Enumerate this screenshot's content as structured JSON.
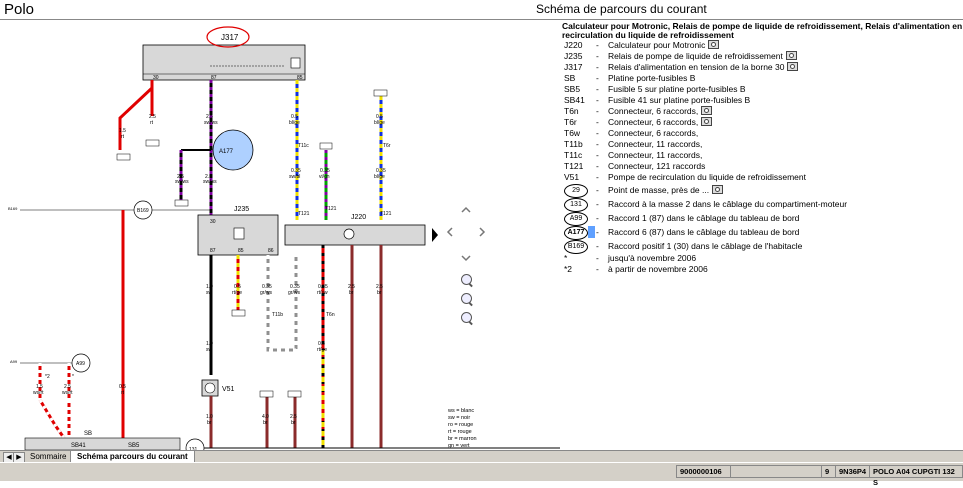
{
  "app": {
    "title": "Polo"
  },
  "schema_title": "Schéma de parcours du courant",
  "legend": {
    "heading_line1": "Calculateur pour Motronic, Relais de pompe de liquide de refroidissement, Relais d'alimentation en",
    "heading_line2": "recirculation du liquide de refroidissement",
    "items": [
      {
        "code": "J220",
        "dash": "-",
        "desc": "Calculateur pour Motronic",
        "camera": true
      },
      {
        "code": "J235",
        "dash": "-",
        "desc": "Relais de pompe de liquide de refroidissement",
        "camera": true
      },
      {
        "code": "J317",
        "dash": "-",
        "desc": "Relais d'alimentation en tension de la borne 30",
        "camera": true
      },
      {
        "code": "SB",
        "dash": "-",
        "desc": "Platine porte-fusibles B",
        "camera": false
      },
      {
        "code": "SB5",
        "dash": "-",
        "desc": "Fusible 5 sur platine porte-fusibles B",
        "camera": false
      },
      {
        "code": "SB41",
        "dash": "-",
        "desc": "Fusible 41 sur platine porte-fusibles B",
        "camera": false
      },
      {
        "code": "T6n",
        "dash": "-",
        "desc": "Connecteur, 6 raccords,",
        "camera": true
      },
      {
        "code": "T6r",
        "dash": "-",
        "desc": "Connecteur, 6 raccords,",
        "camera": true
      },
      {
        "code": "T6w",
        "dash": "-",
        "desc": "Connecteur, 6 raccords,",
        "camera": false
      },
      {
        "code": "T11b",
        "dash": "-",
        "desc": "Connecteur, 11 raccords,",
        "camera": false
      },
      {
        "code": "T11c",
        "dash": "-",
        "desc": "Connecteur, 11 raccords,",
        "camera": false
      },
      {
        "code": "T121",
        "dash": "-",
        "desc": "Connecteur, 121 raccords",
        "camera": false
      },
      {
        "code": "V51",
        "dash": "-",
        "desc": "Pompe de recirculation du liquide de refroidissement",
        "camera": false
      }
    ],
    "circles": [
      {
        "code": "29",
        "dash": "-",
        "desc": "Point de masse, près de ...",
        "camera": true
      },
      {
        "code": "131",
        "dash": "-",
        "desc": "Raccord à la masse 2 dans le câblage du compartiment-moteur",
        "camera": false
      },
      {
        "code": "A99",
        "dash": "-",
        "desc": "Raccord 1 (87) dans le câblage du tableau de bord",
        "camera": false
      },
      {
        "code": "A177",
        "dash": "-",
        "desc": "Raccord 6 (87) dans le câblage du tableau de bord",
        "camera": false
      },
      {
        "code": "B169",
        "dash": "-",
        "desc": "Raccord positif 1 (30) dans le câblage de l'habitacle",
        "camera": false
      }
    ],
    "notes": [
      {
        "code": "*",
        "dash": "-",
        "desc": "jusqu'à novembre 2006"
      },
      {
        "code": "*2",
        "dash": "-",
        "desc": "à partir de novembre 2006"
      }
    ]
  },
  "color_key": [
    "ws = blanc",
    "sw = noir",
    "ro = rouge",
    "rt = rouge",
    "br = marron",
    "gn = vert"
  ],
  "diagram": {
    "j317_label": "J317",
    "j235_label": "J235",
    "j220_label": "J220",
    "a177_label": "A177",
    "b169_label": "B169",
    "a99_label": "A99",
    "v51_label": "V51",
    "sb_label": "SB",
    "sb41_label": "SB41",
    "sb5_label": "SB5",
    "g131_label": "131",
    "wires": {
      "w1": "1.5\nrt",
      "w2": "2.5\nrt",
      "w6": "2.5\nsw/ws",
      "w9": "0.5\nbl/ge"
    }
  },
  "tabs": [
    {
      "label": "Sommaire",
      "active": false
    },
    {
      "label": "Schéma parcours du courant",
      "active": true
    }
  ],
  "status": {
    "doc_number": "9000000106",
    "page": "9",
    "code": "9N36P4",
    "vehicle": "POLO A04 CUPGTI 132 S"
  },
  "colors": {
    "wire_red": "#e00000",
    "wire_yellow": "#f0e000",
    "wire_blue": "#1030e0",
    "wire_violet": "#8000a0",
    "wire_green": "#00a000",
    "wire_grey": "#909090",
    "wire_brown": "#8b2b2b",
    "relay_fill": "#d8d8d8",
    "highlight": "#5fa0ff"
  }
}
